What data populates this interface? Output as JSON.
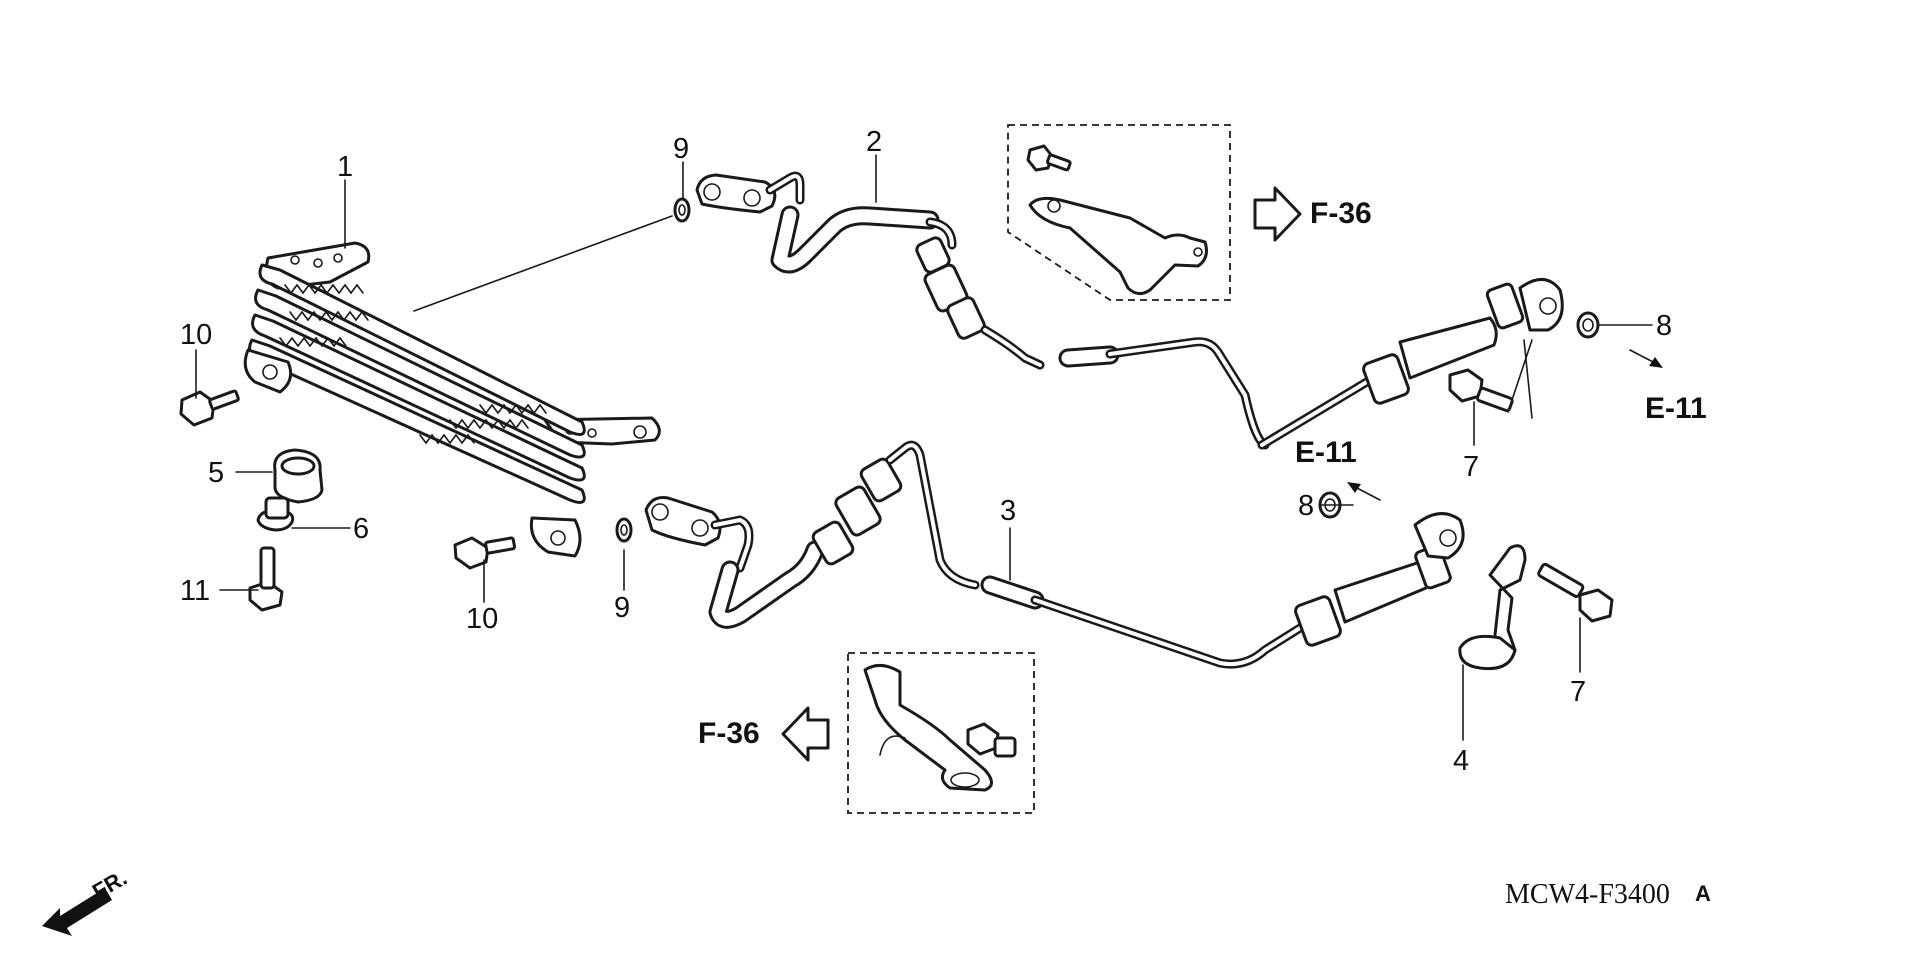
{
  "diagram": {
    "code": "MCW4-F3400",
    "revision": "A",
    "front_indicator": "FR.",
    "callouts": [
      {
        "id": "c1",
        "label": "1"
      },
      {
        "id": "c2",
        "label": "2"
      },
      {
        "id": "c3",
        "label": "3"
      },
      {
        "id": "c4",
        "label": "4"
      },
      {
        "id": "c5",
        "label": "5"
      },
      {
        "id": "c6",
        "label": "6"
      },
      {
        "id": "c7a",
        "label": "7"
      },
      {
        "id": "c7b",
        "label": "7"
      },
      {
        "id": "c8a",
        "label": "8"
      },
      {
        "id": "c8b",
        "label": "8"
      },
      {
        "id": "c9a",
        "label": "9"
      },
      {
        "id": "c9b",
        "label": "9"
      },
      {
        "id": "c10a",
        "label": "10"
      },
      {
        "id": "c10b",
        "label": "10"
      },
      {
        "id": "c11",
        "label": "11"
      }
    ],
    "references": [
      {
        "id": "r1",
        "label": "F-36"
      },
      {
        "id": "r2",
        "label": "F-36"
      },
      {
        "id": "r3",
        "label": "E-11"
      },
      {
        "id": "r4",
        "label": "E-11"
      }
    ]
  }
}
